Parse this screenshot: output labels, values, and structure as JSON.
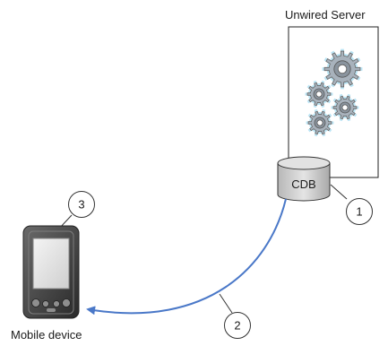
{
  "server": {
    "label": "Unwired Server",
    "icon": "gears-icon"
  },
  "database": {
    "label": "CDB",
    "icon": "database-icon"
  },
  "device": {
    "label": "Mobile device",
    "icon": "pda-device-icon"
  },
  "callouts": [
    "1",
    "2",
    "3"
  ],
  "colors": {
    "arrow": "#4a78c8",
    "gear_fill": "#a8b2bc",
    "gear_glow": "#a6dcf2",
    "db_fill": "#c9c9c9",
    "device_fill": "#4a4a4a"
  }
}
